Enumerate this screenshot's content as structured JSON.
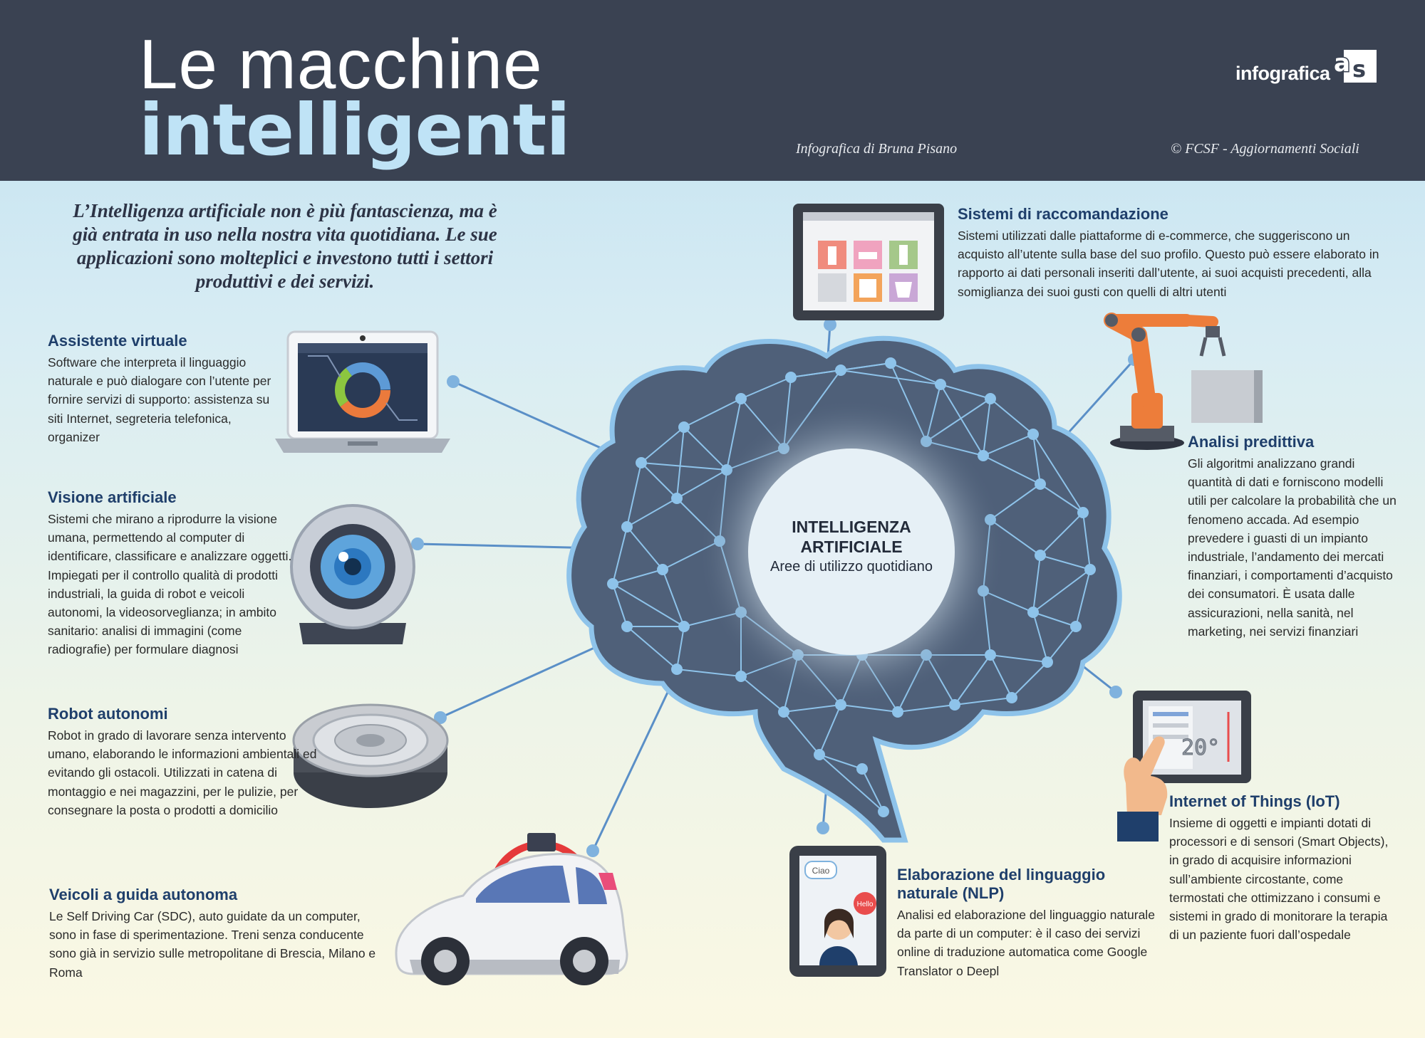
{
  "header": {
    "title_line1": "Le macchine",
    "title_line2": "intelligenti",
    "brand": "infografica",
    "credit_author": "Infografica di Bruna Pisano",
    "credit_copyright": "© FCSF - Aggiornamenti Sociali"
  },
  "intro": "L’Intelligenza artificiale non è più fantascienza, ma è già entrata in uso nella nostra vita quotidiana. Le sue applicazioni sono molteplici e investono tutti i settori produttivi e dei servizi.",
  "center": {
    "title": "INTELLIGENZA ARTIFICIALE",
    "subtitle": "Aree di utilizzo quotidiano"
  },
  "areas": {
    "assistente": {
      "title": "Assistente virtuale",
      "text": "Software che interpreta il linguaggio naturale e può dialogare con l’utente per fornire servizi di supporto: assistenza su siti Internet, segreteria telefonica, organizer"
    },
    "visione": {
      "title": "Visione artificiale",
      "text": "Sistemi che mirano a riprodurre la visione umana, permettendo al computer di identificare, classificare e analizzare oggetti. Impiegati per il controllo qualità di prodotti industriali, la guida di robot e veicoli autonomi, la videosorveglianza; in ambito sanitario: analisi di immagini (come radiografie) per formulare diagnosi"
    },
    "robot": {
      "title": "Robot autonomi",
      "text": "Robot in grado di lavorare senza intervento umano, elaborando le informazioni ambientali ed evitando gli ostacoli. Utilizzati in catena di montaggio e nei magazzini, per le pulizie, per consegnare la posta o prodotti a domicilio"
    },
    "veicoli": {
      "title": "Veicoli a guida autonoma",
      "text": "Le Self Driving Car (SDC), auto guidate da un computer, sono in fase di sperimentazione. Treni senza conducente sono già in servizio sulle metropolitane di Brescia, Milano e Roma"
    },
    "raccomandazione": {
      "title": "Sistemi di raccomandazione",
      "text": "Sistemi utilizzati dalle piattaforme di e-commerce, che suggeriscono un acquisto all’utente sulla base del suo profilo. Questo può essere elaborato in rapporto ai dati personali inseriti dall’utente, ai suoi acquisti precedenti, alla somiglianza dei suoi gusti con quelli di altri utenti"
    },
    "predittiva": {
      "title": "Analisi predittiva",
      "text": "Gli algoritmi analizzano grandi quantità di dati e forniscono modelli utili per calcolare la probabilità che un fenomeno accada. Ad esempio prevedere i guasti di un impianto industriale, l’andamento dei mercati finanziari, i comportamenti d’acquisto dei consumatori. È usata dalle assicurazioni, nella sanità, nel marketing, nei servizi finanziari"
    },
    "iot": {
      "title": "Internet of Things (IoT)",
      "text": "Insieme di oggetti e impianti dotati di processori e di sensori (Smart Objects), in grado di acquisire informazioni sull’ambiente circostante, come termostati che ottimizzano i consumi e sistemi in grado di monitorare la terapia di un paziente fuori dall’ospedale"
    },
    "nlp": {
      "title": "Elaborazione del linguaggio naturale (NLP)",
      "text": "Analisi ed elaborazione del linguaggio naturale da parte di un computer: è il caso dei servizi online di traduzione automatica come Google Translator o Deepl"
    }
  },
  "illustrations": {
    "bubble_ciao": "Ciao",
    "bubble_hello": "Hello",
    "thermostat_reading": "20°"
  },
  "colors": {
    "header_bg": "#3a4252",
    "title_accent": "#bfe3f6",
    "heading": "#1f3f6b",
    "brain_fill": "#4f6079",
    "brain_lines": "#8ec3ea",
    "connector": "#5a8fc7"
  }
}
